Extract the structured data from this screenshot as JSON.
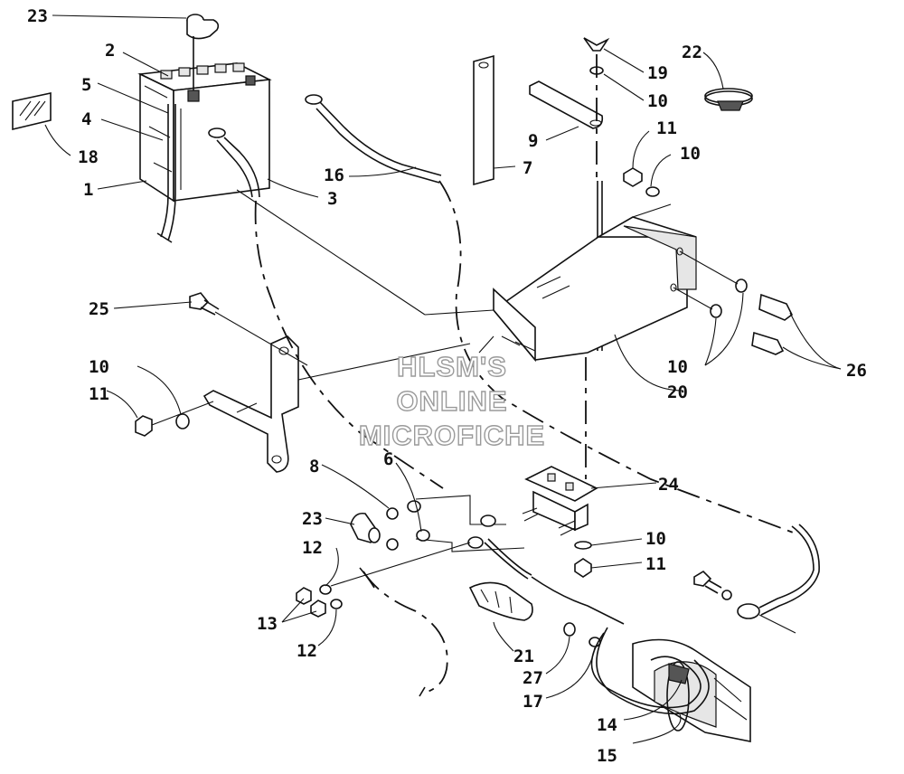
{
  "watermark": {
    "line1": "HLSM'S",
    "line2": "ONLINE",
    "line3": "MICROFICHE"
  },
  "callouts": [
    {
      "id": "c23a",
      "text": "23"
    },
    {
      "id": "c2",
      "text": "2"
    },
    {
      "id": "c5",
      "text": "5"
    },
    {
      "id": "c4",
      "text": "4"
    },
    {
      "id": "c18",
      "text": "18"
    },
    {
      "id": "c1",
      "text": "1"
    },
    {
      "id": "c16",
      "text": "16"
    },
    {
      "id": "c3",
      "text": "3"
    },
    {
      "id": "c7",
      "text": "7"
    },
    {
      "id": "c9",
      "text": "9"
    },
    {
      "id": "c19",
      "text": "19"
    },
    {
      "id": "c10a",
      "text": "10"
    },
    {
      "id": "c22",
      "text": "22"
    },
    {
      "id": "c11a",
      "text": "11"
    },
    {
      "id": "c10b",
      "text": "10"
    },
    {
      "id": "c25",
      "text": "25"
    },
    {
      "id": "c10c",
      "text": "10"
    },
    {
      "id": "c11b",
      "text": "11"
    },
    {
      "id": "c10d",
      "text": "10"
    },
    {
      "id": "c26",
      "text": "26"
    },
    {
      "id": "c20",
      "text": "20"
    },
    {
      "id": "c8",
      "text": "8"
    },
    {
      "id": "c6",
      "text": "6"
    },
    {
      "id": "c24",
      "text": "24"
    },
    {
      "id": "c23b",
      "text": "23"
    },
    {
      "id": "c12a",
      "text": "12"
    },
    {
      "id": "c13",
      "text": "13"
    },
    {
      "id": "c12b",
      "text": "12"
    },
    {
      "id": "c10e",
      "text": "10"
    },
    {
      "id": "c11c",
      "text": "11"
    },
    {
      "id": "c21",
      "text": "21"
    },
    {
      "id": "c27",
      "text": "27"
    },
    {
      "id": "c17",
      "text": "17"
    },
    {
      "id": "c14",
      "text": "14"
    },
    {
      "id": "c15",
      "text": "15"
    }
  ]
}
